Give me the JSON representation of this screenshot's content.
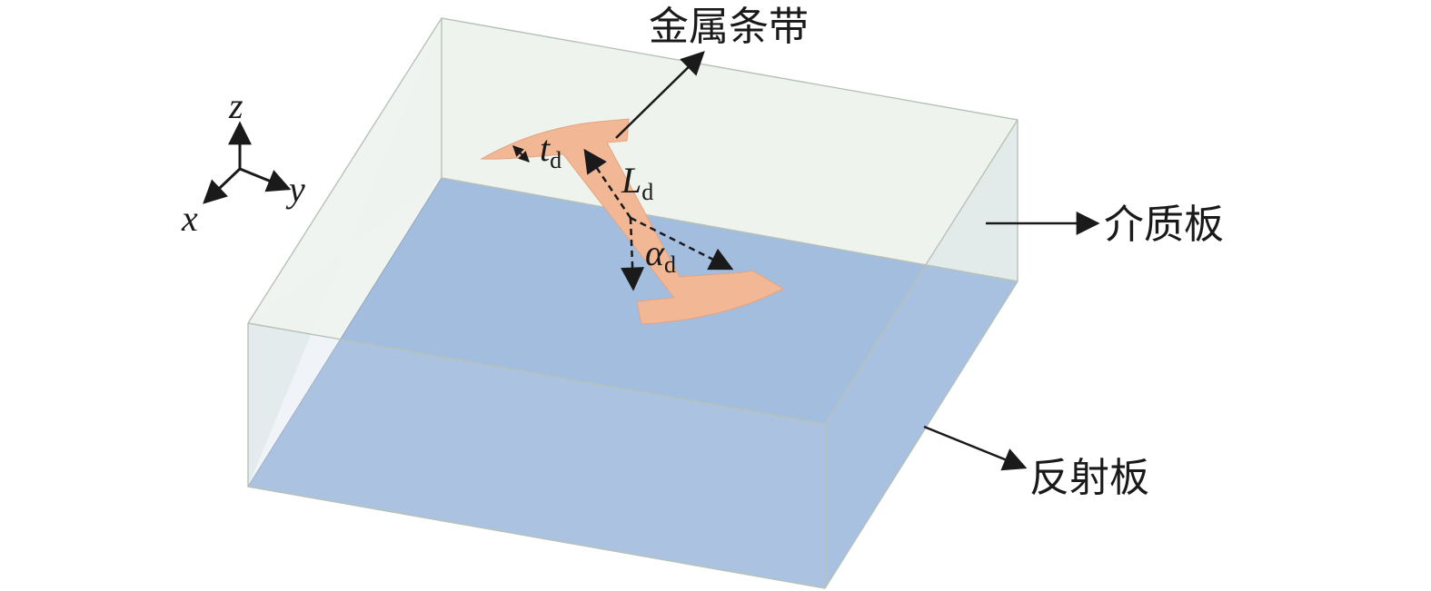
{
  "labels": {
    "metal_strip": "金属条带",
    "dielectric": "介质板",
    "reflector": "反射板"
  },
  "parameters": {
    "thickness": {
      "symbol": "t",
      "subscript": "d"
    },
    "length": {
      "symbol": "L",
      "subscript": "d"
    },
    "angle": {
      "symbol": "α",
      "subscript": "d"
    }
  },
  "axes": {
    "x": "x",
    "y": "y",
    "z": "z"
  },
  "colors": {
    "dielectric_fill": "#eef3ee",
    "dielectric_edge": "#b9c4b9",
    "reflector_fill": "#a3bddf",
    "metal_fill": "#f2b896",
    "line": "#1a1a1a"
  }
}
